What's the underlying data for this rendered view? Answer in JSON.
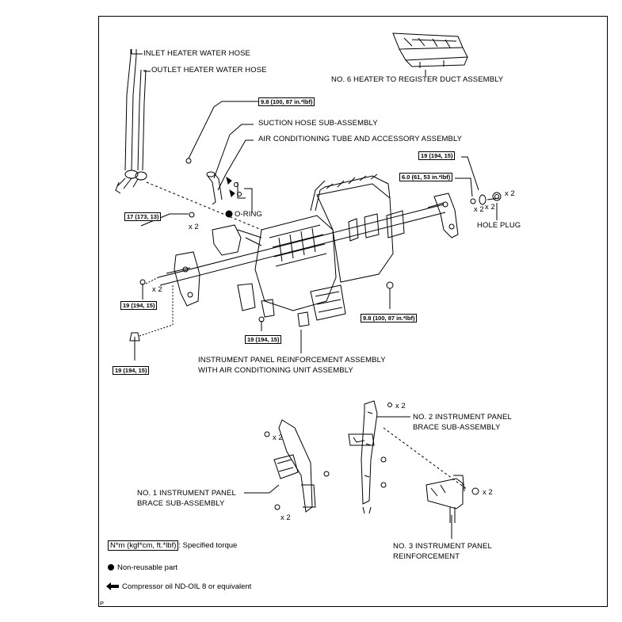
{
  "labels": {
    "inlet_hose": "INLET HEATER WATER HOSE",
    "outlet_hose": "OUTLET HEATER WATER HOSE",
    "no6_duct": "NO. 6 HEATER TO REGISTER DUCT ASSEMBLY",
    "suction_hose": "SUCTION HOSE SUB-ASSEMBLY",
    "ac_tube": "AIR CONDITIONING TUBE AND ACCESSORY ASSEMBLY",
    "o_ring": "O-RING",
    "hole_plug": "HOLE PLUG",
    "reinforcement_line1": "INSTRUMENT PANEL REINFORCEMENT ASSEMBLY",
    "reinforcement_line2": "WITH AIR CONDITIONING UNIT ASSEMBLY",
    "brace2_line1": "NO. 2 INSTRUMENT PANEL",
    "brace2_line2": "BRACE SUB-ASSEMBLY",
    "brace1_line1": "NO. 1 INSTRUMENT PANEL",
    "brace1_line2": "BRACE SUB-ASSEMBLY",
    "no3_line1": "NO. 3 INSTRUMENT PANEL",
    "no3_line2": "REINFORCEMENT"
  },
  "torques": {
    "t_9_8_top": "9.8 (100, 87 in.*lbf)",
    "t_19_right": "19 (194, 15)",
    "t_6_0": "6.0 (61, 53 in.*lbf)",
    "t_17": "17 (173, 13)",
    "t_19_left": "19 (194, 15)",
    "t_9_8_mid": "9.8 (100, 87 in.*lbf)",
    "t_19_center": "19 (194, 15)",
    "t_19_bottom": "19 (194, 15)"
  },
  "quantities": {
    "x2": "x 2"
  },
  "legend": {
    "torque_unit": "N*m (kgf*cm, ft.*lbf)",
    "torque_text": ": Specified torque",
    "non_reusable": "Non-reusable part",
    "compressor_oil": "Compressor oil ND-OIL 8 or equivalent"
  },
  "corner_mark": "P"
}
